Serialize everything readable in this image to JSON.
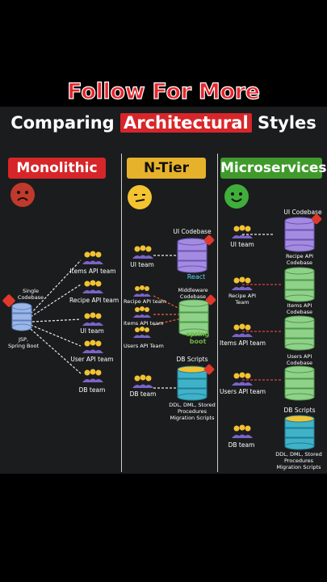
{
  "banner": {
    "follow": "Follow For More"
  },
  "title": {
    "before": "Comparing ",
    "highlight": "Architectural",
    "after": " Styles"
  },
  "columns": {
    "monolithic": {
      "heading": "Monolithic",
      "codebase_label": "Single\nCodebase",
      "tech_label": "JSP,\nSpring Boot",
      "teams": [
        "Items API team",
        "Recipe API team",
        "UI team",
        "User API team",
        "DB team"
      ]
    },
    "ntier": {
      "heading": "N-Tier",
      "ui_team": "UI team",
      "ui_codebase": "UI Codebase",
      "react": "React",
      "middleware_codebase": "Middleware\nCodebase",
      "recipe_team": "Recipe API team",
      "items_team": "Items API team",
      "users_team": "Users API Team",
      "spring": "spring\nboot",
      "db_scripts": "DB Scripts",
      "db_team": "DB team",
      "db_desc": "DDL, DML, Stored\nProcedures\nMigration Scripts"
    },
    "microservices": {
      "heading": "Microservices",
      "ui_codebase": "UI Codebase",
      "ui_team": "UI team",
      "recipe_codebase": "Recipe API\nCodebase",
      "recipe_team": "Recipe API\nTeam",
      "items_codebase": "Items API\nCodebase",
      "items_team": "Items API team",
      "users_codebase": "Users API\nCodebase",
      "users_team": "Users API team",
      "db_scripts": "DB Scripts",
      "db_team": "DB team",
      "db_desc": "DDL, DML, Stored\nProcedures\nMigration Scripts"
    }
  },
  "colors": {
    "brand_red": "#d7262a",
    "ntier_gold": "#e6b22b",
    "micro_green": "#3f9a2b",
    "team_purple": "#7b63c9",
    "team_gold": "#f1c232",
    "ui_db_purple": "#a48be0",
    "api_db_green": "#8fd18a",
    "data_db_teal": "#3fb2c9",
    "git_red": "#e0392b"
  },
  "icons": {
    "sad": "sad-face-icon",
    "neutral": "neutral-face-icon",
    "happy": "happy-face-icon",
    "team": "team-group-icon",
    "database": "database-stack-icon",
    "git": "git-icon"
  }
}
